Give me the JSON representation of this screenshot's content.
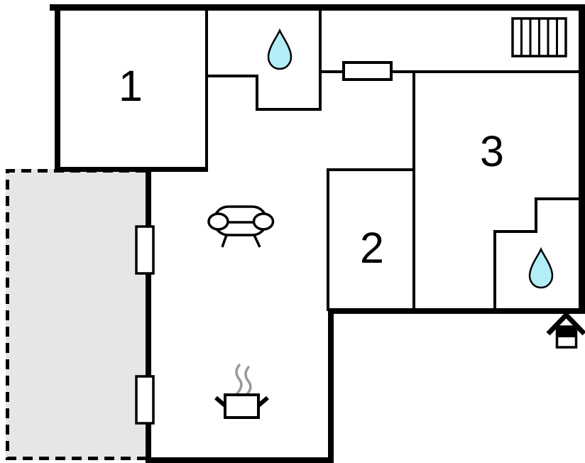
{
  "floorplan": {
    "kind": "holiday-home-floor-plan",
    "rooms": [
      {
        "id": "room-1",
        "label": "1"
      },
      {
        "id": "room-2",
        "label": "2"
      },
      {
        "id": "room-3",
        "label": "3"
      }
    ],
    "symbols": {
      "bathroom_top": "water-drop",
      "bathroom_right": "water-drop",
      "living_room": "sofa",
      "kitchen": "cooking-pot-with-steam",
      "stairs": "striped-stairs-rectangle",
      "entrance": "house-entrance-symbol",
      "window_count": 3,
      "terrace": "dashed-gray-area"
    },
    "colors": {
      "wall": "#000000",
      "water": "#b3edf5",
      "terrace": "#e6e6e6",
      "steam": "#999999",
      "background": "#ffffff"
    }
  }
}
